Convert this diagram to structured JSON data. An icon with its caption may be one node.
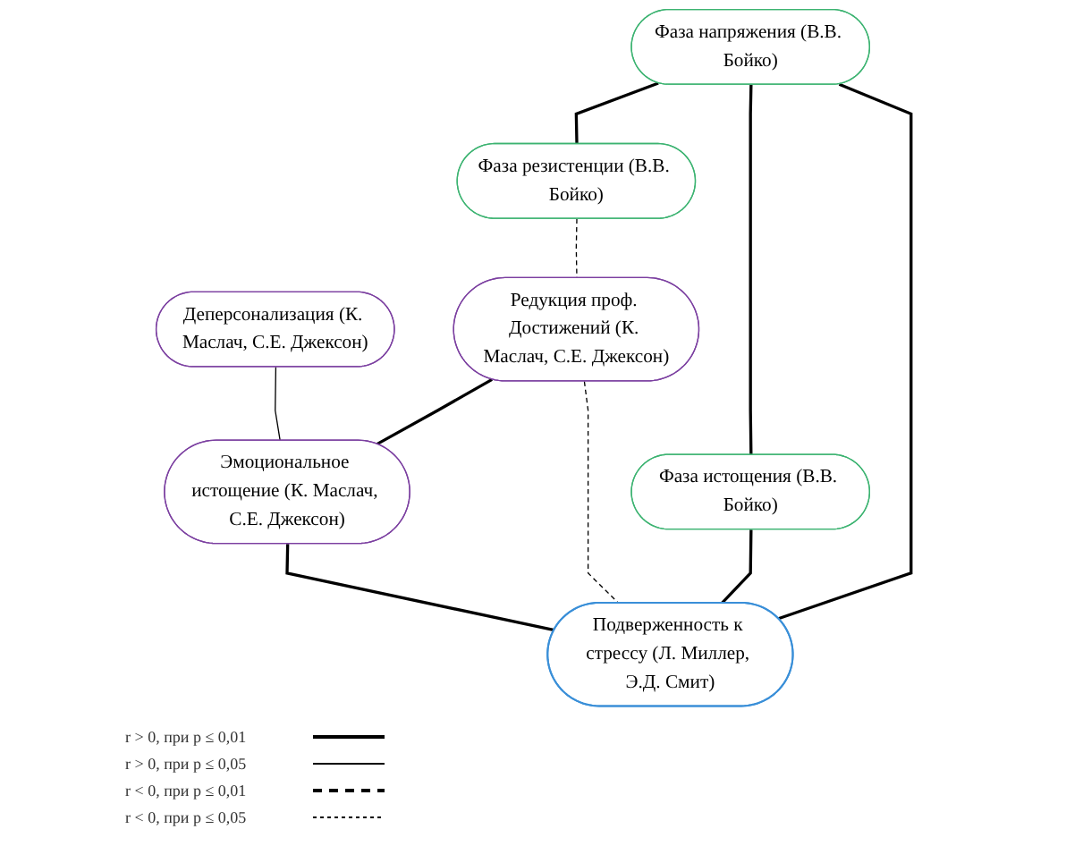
{
  "diagram": {
    "nodes": [
      {
        "text": [
          "Фаза напряжения (В.В. Бойко)"
        ]
      },
      {
        "text": [
          "Деперсонализация (К. Маслач, С.Е. Джексон)"
        ]
      },
      {
        "text": [
          "Фаза резистенции (В.В. Бойко)"
        ]
      },
      {
        "text": [
          "Фаза истощения (В.В. Бойко)"
        ]
      },
      {
        "text": [
          "Редукция проф. Достижений (К. Маслач, С.Е. Джексон)"
        ]
      },
      {
        "text": [
          "Эмоциональное истощение (К. Маслач, С.Е. Джексон)"
        ]
      },
      {
        "text": [
          "Подверженность к стрессу (Л. Миллер, Э.Д. Смит)"
        ]
      }
    ],
    "edges": [
      {
        "from": 0,
        "to": 2,
        "arrow": "none"
      },
      {
        "from": 0,
        "to": 3,
        "arrow": "none"
      },
      {
        "from": 0,
        "to": 6,
        "arrow": "none"
      },
      {
        "from": 1,
        "to": 5,
        "arrow": "none"
      },
      {
        "from": 2,
        "to": 4,
        "arrow": "none",
        "style": "dashed"
      },
      {
        "from": 3,
        "to": 6,
        "arrow": "none"
      },
      {
        "from": 4,
        "to": 5,
        "arrow": "none"
      },
      {
        "from": 4,
        "to": 6,
        "arrow": "none",
        "style": "dashed"
      },
      {
        "from": 5,
        "to": 6,
        "arrow": "none"
      }
    ],
    "legend": [
      {
        "text": "r > 0, при p ≤ 0,01"
      },
      {
        "text": "r > 0, при p ≤ 0,05"
      },
      {
        "text": "r < 0, при p ≤ 0,01"
      },
      {
        "text": "r < 0, при p ≤ 0,05"
      }
    ]
  }
}
